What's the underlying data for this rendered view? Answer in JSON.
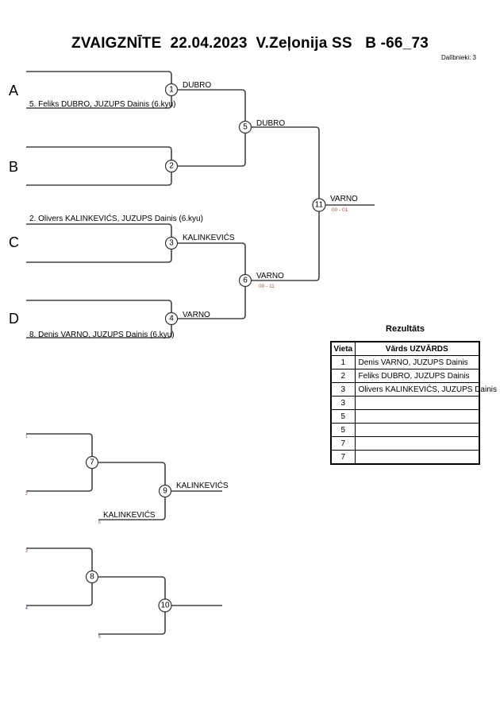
{
  "header": {
    "title": "ZVAIGZNĪTE  22.04.2023  V.Zeļonija SS   B -66_73",
    "participants": "Dalībnieki: 3"
  },
  "pools": [
    "A",
    "B",
    "C",
    "D"
  ],
  "entrants": {
    "a_bottom": "5. Feliks DUBRO, JUZUPS Dainis (6.kyu)",
    "c_top": "2. Olivers KALINKEVIĆS, JUZUPS Dainis (6.kyu)",
    "d_bottom": "8. Denis VARNO, JUZUPS Dainis (6.kyu)"
  },
  "matches": {
    "m1": {
      "num": "1",
      "winner": "DUBRO"
    },
    "m2": {
      "num": "2",
      "winner": ""
    },
    "m3": {
      "num": "3",
      "winner": "KALINKEVIĆS"
    },
    "m4": {
      "num": "4",
      "winner": "VARNO"
    },
    "m5": {
      "num": "5",
      "winner": "DUBRO"
    },
    "m6": {
      "num": "6",
      "winner": "VARNO",
      "score": "00 - 11"
    },
    "m11": {
      "num": "11",
      "winner": "VARNO",
      "score": "00 - 01"
    },
    "m7": {
      "num": "7"
    },
    "m8": {
      "num": "8"
    },
    "m9": {
      "num": "9",
      "winner": "KALINKEVIĆS",
      "entrant": "KALINKEVIĆS"
    },
    "m10": {
      "num": "10"
    }
  },
  "repechage_refs": [
    "1",
    "2",
    "6",
    "3",
    "4",
    "5"
  ],
  "results": {
    "title": "Rezultāts",
    "headers": [
      "Vieta",
      "Vārds UZVĀRDS"
    ],
    "rows": [
      {
        "place": "1",
        "name": "Denis VARNO, JUZUPS Dainis"
      },
      {
        "place": "2",
        "name": "Feliks DUBRO, JUZUPS Dainis"
      },
      {
        "place": "3",
        "name": "Olivers KALINKEVIĆS, JUZUPS Dainis"
      },
      {
        "place": "3",
        "name": ""
      },
      {
        "place": "5",
        "name": ""
      },
      {
        "place": "5",
        "name": ""
      },
      {
        "place": "7",
        "name": ""
      },
      {
        "place": "7",
        "name": ""
      }
    ]
  }
}
